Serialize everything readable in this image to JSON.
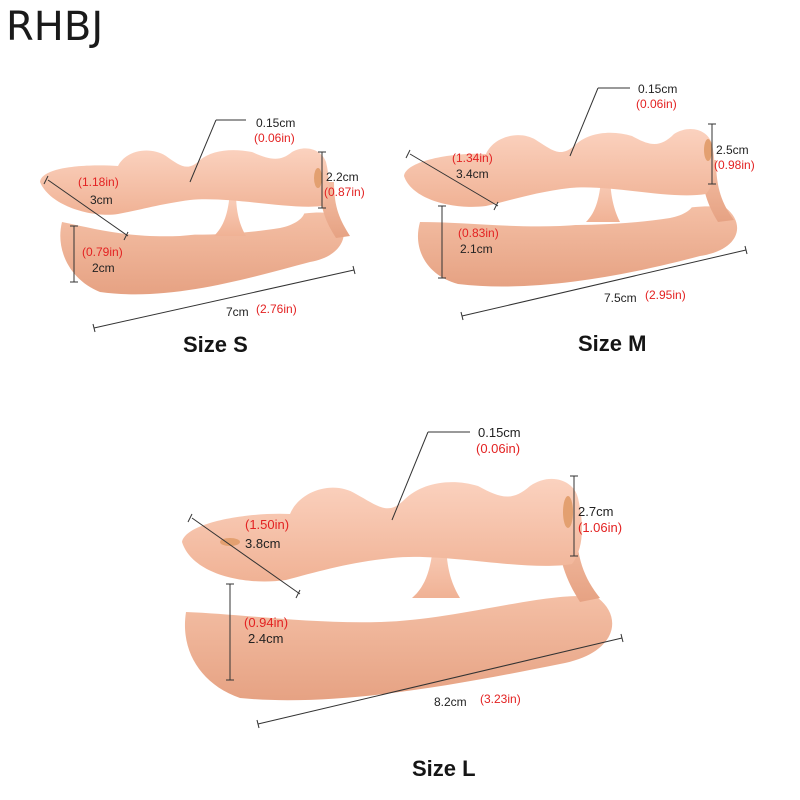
{
  "brand": "RHBJ",
  "products": [
    {
      "title": "Size S",
      "thickness_cm": "0.15cm",
      "thickness_in": "(0.06in)",
      "width_cm": "3cm",
      "width_in": "(1.18in)",
      "height_cm": "2cm",
      "height_in": "(0.79in)",
      "toe_cm": "2.2cm",
      "toe_in": "(0.87in)",
      "length_cm": "7cm",
      "length_in": "(2.76in)"
    },
    {
      "title": "Size M",
      "thickness_cm": "0.15cm",
      "thickness_in": "(0.06in)",
      "width_cm": "3.4cm",
      "width_in": "(1.34in)",
      "height_cm": "2.1cm",
      "height_in": "(0.83in)",
      "toe_cm": "2.5cm",
      "toe_in": "(0.98in)",
      "length_cm": "7.5cm",
      "length_in": "(2.95in)"
    },
    {
      "title": "Size L",
      "thickness_cm": "0.15cm",
      "thickness_in": "(0.06in)",
      "width_cm": "3.8cm",
      "width_in": "(1.50in)",
      "height_cm": "2.4cm",
      "height_in": "(0.94in)",
      "toe_cm": "2.7cm",
      "toe_in": "(1.06in)",
      "length_cm": "8.2cm",
      "length_in": "(3.23in)"
    }
  ],
  "colors": {
    "silicone": "#f6c0a8",
    "silicone_shadow": "#e8a88c",
    "accent_red": "#e32222",
    "text": "#222222"
  }
}
